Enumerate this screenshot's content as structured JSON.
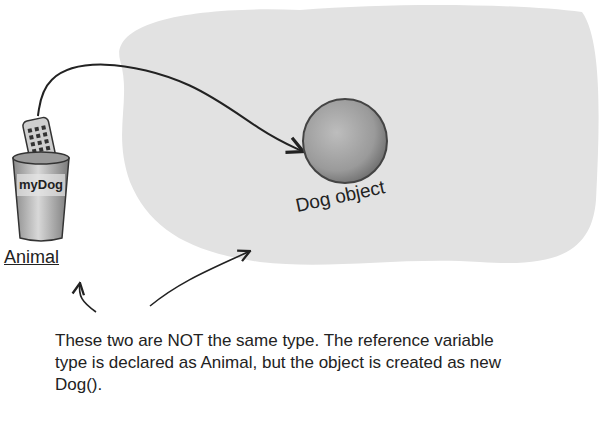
{
  "diagram": {
    "nodes": [
      {
        "text": [
          "myDog",
          "Animal"
        ]
      },
      {
        "text": [
          "Dog object"
        ]
      }
    ],
    "edges": [
      {
        "from": 0,
        "to": 1,
        "arrow": "to"
      }
    ],
    "labels": [
      "These two are NOT the same type. The reference variable type is declared as Animal, but the object is created as new Dog()."
    ]
  }
}
